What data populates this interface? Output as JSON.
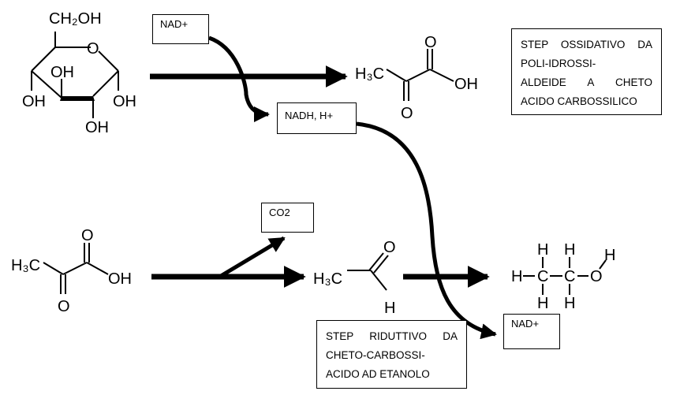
{
  "labels": {
    "nad_top": "NAD+",
    "nadh": "NADH, H+",
    "co2": "CO2",
    "nad_bottom": "NAD+"
  },
  "notes": {
    "oxidative": [
      "STEP OSSIDATIVO DA",
      "POLI-IDROSSI-",
      "ALDEIDE A CHETO",
      "ACIDO CARBOSSILICO"
    ],
    "reductive": [
      "STEP RIDUTTIVO DA",
      "CHETO-CARBOSSI-",
      "ACIDO AD ETANOLO"
    ]
  },
  "glucose": {
    "ch2oh": "CH₂OH",
    "ring_o": "O",
    "oh_top": "OH",
    "oh_left": "OH",
    "oh_right": "OH",
    "oh_bottom": "OH"
  },
  "pyruvate_top": {
    "h3c": "H₃C",
    "o_top": "O",
    "oh": "OH",
    "o_bottom": "O"
  },
  "pyruvate_bottom": {
    "h3c": "H₃C",
    "o_top": "O",
    "oh": "OH",
    "o_bottom": "O"
  },
  "acetaldehyde": {
    "h3c": "H₃C",
    "o": "O",
    "h": "H"
  },
  "ethanol": {
    "h_left": "H",
    "c1": "C",
    "c2": "C",
    "o": "O",
    "h_o": "H",
    "h_c1_top": "H",
    "h_c1_bottom": "H",
    "h_c2_top": "H",
    "h_c2_bottom": "H"
  }
}
